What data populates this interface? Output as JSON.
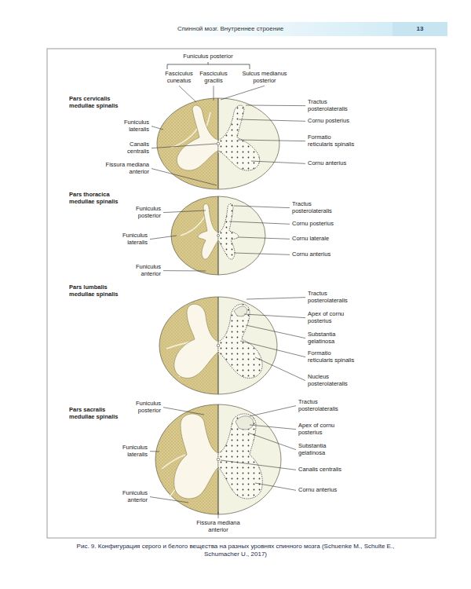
{
  "diagram": {
    "title": "Спинной мозг. Внутреннее строение",
    "caption": "Рис. 9. Конфигурация серого и белого вещества на разных уровнях спинного мозга (Schuenke M., Schulte E., Schumacher U., 2017)",
    "labels": [
      "13",
      "Funiculus posterior",
      "Fasciculus cuneatus",
      "Fasciculus gracilis",
      "Sulcus medianus posterior",
      "Pars cervicalis medullae spinalis",
      "Funiculus lateralis",
      "Canalis centralis",
      "Fissura mediana anterior",
      "Tractus posterolateralis",
      "Cornu posterius",
      "Formatio reticularis spinalis",
      "Cornu anterius",
      "Pars thoracica medullae spinalis",
      "Funiculus posterior",
      "Funiculus lateralis",
      "Funiculus anterior",
      "Tractus posterolateralis",
      "Cornu posterius",
      "Cornu laterale",
      "Cornu anterius",
      "Pars lumbalis medullae spinalis",
      "Tractus posterolateralis",
      "Apex of cornu posterius",
      "Substantia gelatinosa",
      "Formatio reticularis spinalis",
      "Nucleus posterolateralis",
      "Pars sacralis medullae spinalis",
      "Funiculus posterior",
      "Funiculus lateralis",
      "Funiculus anterior",
      "Fissura mediana anterior",
      "Tractus posterolateralis",
      "Apex of cornu posterius",
      "Substantia gelatinosa",
      "Canalis centralis",
      "Cornu anterius"
    ]
  }
}
